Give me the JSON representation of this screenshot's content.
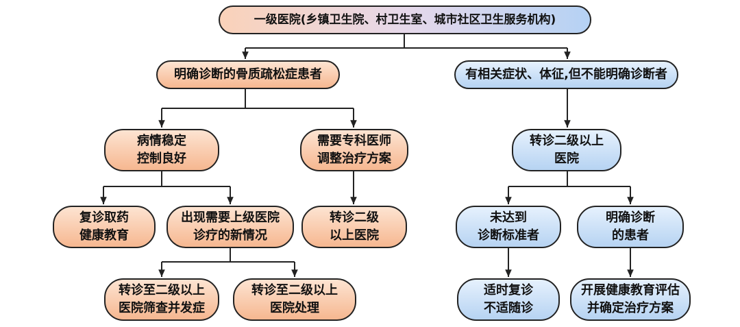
{
  "colors": {
    "orange": "#f6b790",
    "blue": "#b6d3f2",
    "line": "#222222"
  },
  "nodes": {
    "root": "一级医院(乡镇卫生院、村卫生室、城市社区卫生服务机构)",
    "clear": "明确诊断的骨质疏松症患者",
    "unclear": "有相关症状、体征,但不能明确诊断者",
    "stable": "病情稳定\n控制良好",
    "adjust": "需要专科医师\n调整治疗方案",
    "refer_unclear": "转诊二级以上\n医院",
    "refill": "复诊取药\n健康教育",
    "new_situation": "出现需要上级医院\n诊疗的新情况",
    "refer_adjust": "转诊二级\n以上医院",
    "not_met": "未达到\n诊断标准者",
    "diagnosed": "明确诊断\n的患者",
    "screen": "转诊至二级以上\n医院筛查并发症",
    "handle": "转诊至二级以上\n医院处理",
    "follow_up": "适时复诊\n不适随诊",
    "education": "开展健康教育评估\n并确定治疗方案"
  }
}
